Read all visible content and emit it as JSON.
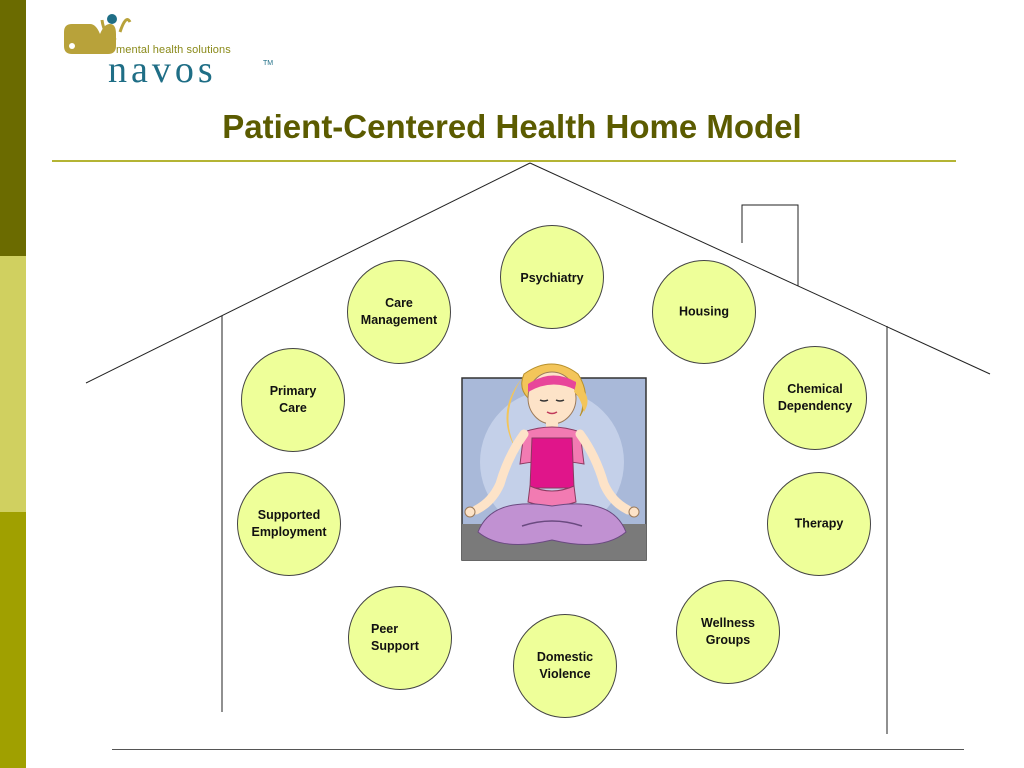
{
  "brand": {
    "tagline": "mental health solutions",
    "name": "navos",
    "trademark": "TM",
    "colors": {
      "mark": "#b8a23a",
      "word": "#1f6e86",
      "tagline": "#8a8a1a"
    }
  },
  "slide": {
    "title": "Patient-Centered Health Home Model",
    "title_color": "#5b5b00",
    "rule_color": "#b4b434"
  },
  "sidebar_colors": [
    "#6b6b00",
    "#d0d060",
    "#a0a000"
  ],
  "services": [
    {
      "id": "psychiatry",
      "label": "Psychiatry"
    },
    {
      "id": "housing",
      "label": "Housing"
    },
    {
      "id": "chemical-dependency",
      "label": "Chemical\nDependency"
    },
    {
      "id": "therapy",
      "label": "Therapy"
    },
    {
      "id": "wellness-groups",
      "label": "Wellness\nGroups"
    },
    {
      "id": "domestic-violence",
      "label": "Domestic\nViolence"
    },
    {
      "id": "peer-support",
      "label": "Peer\nSupport"
    },
    {
      "id": "supported-employment",
      "label": "Supported\nEmployment"
    },
    {
      "id": "primary-care",
      "label": "Primary\nCare"
    },
    {
      "id": "care-management",
      "label": "Care\nManagement"
    }
  ],
  "node_fill": "#eeff99",
  "center_image": "meditating-person-icon"
}
